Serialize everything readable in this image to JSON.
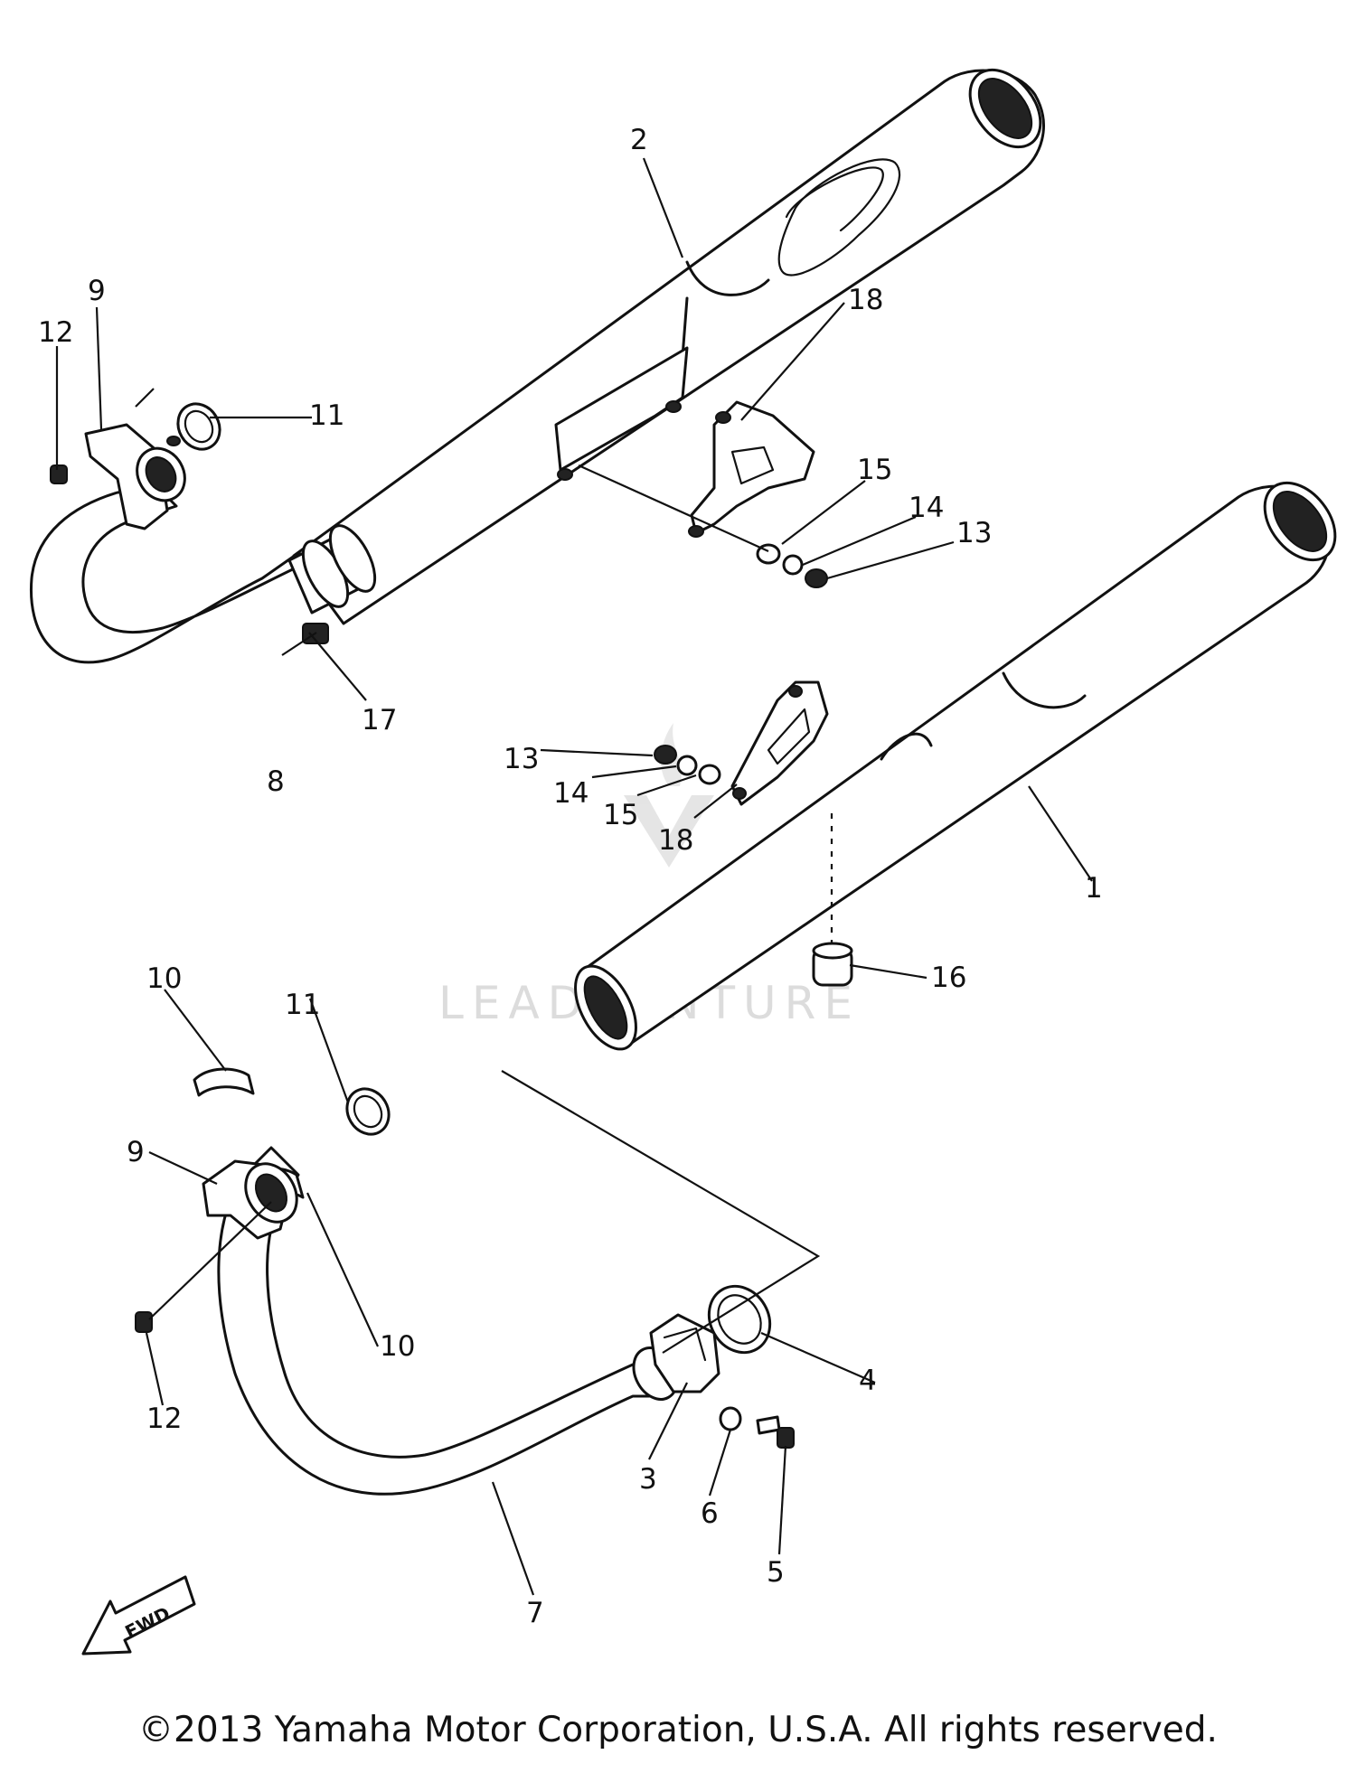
{
  "diagram": {
    "callouts": {
      "p1": "1",
      "p2": "2",
      "p3": "3",
      "p4": "4",
      "p5": "5",
      "p6": "6",
      "p7": "7",
      "p8": "8",
      "p9a": "9",
      "p9b": "9",
      "p10a": "10",
      "p10b": "10",
      "p11a": "11",
      "p11b": "11",
      "p12a": "12",
      "p12b": "12",
      "p13a": "13",
      "p13b": "13",
      "p14a": "14",
      "p14b": "14",
      "p15a": "15",
      "p15b": "15",
      "p16": "16",
      "p17": "17",
      "p18a": "18",
      "p18b": "18"
    },
    "fwd_label": "FWD",
    "watermark": "LEADVENTURE"
  },
  "footer": {
    "copyright": "©2013 Yamaha Motor Corporation, U.S.A. All rights reserved."
  }
}
